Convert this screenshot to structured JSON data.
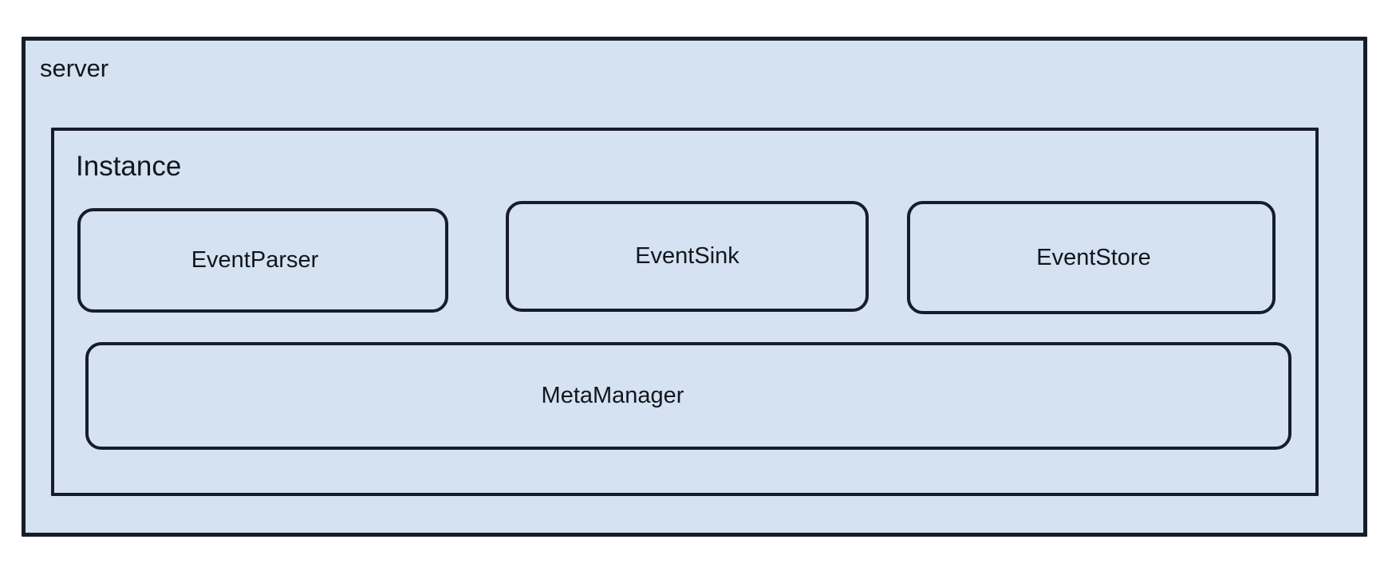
{
  "diagram": {
    "type": "nested-block-architecture",
    "background_color": "#ffffff",
    "box_fill_color": "#d4e2f1",
    "box_border_color": "#161d29",
    "text_color": "#12161d",
    "outer": {
      "label": "server",
      "group": {
        "label": "Instance",
        "components": [
          {
            "label": "EventParser"
          },
          {
            "label": "EventSink"
          },
          {
            "label": "EventStore"
          },
          {
            "label": "MetaManager"
          }
        ]
      }
    }
  }
}
